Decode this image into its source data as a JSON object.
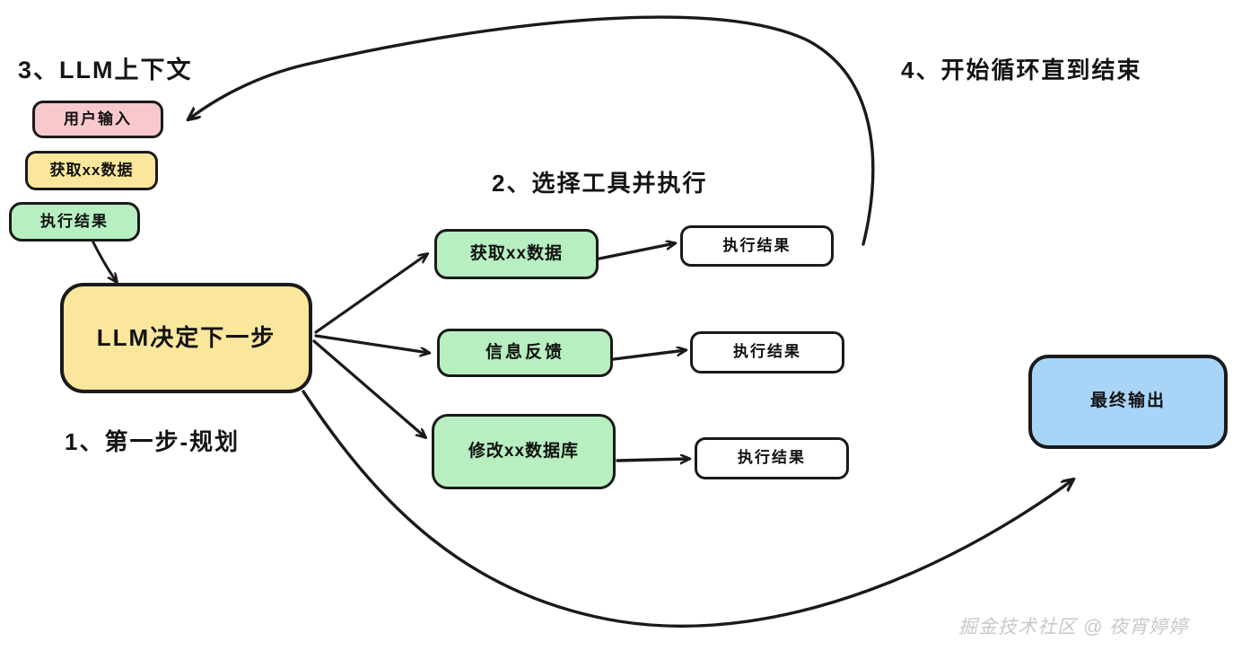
{
  "diagram": {
    "title_labels": {
      "context": "3、LLM上下文",
      "planning": "1、第一步-规划",
      "tool_select": "2、选择工具并执行",
      "loop": "4、开始循环直到结束"
    },
    "context_stack": [
      {
        "id": "user-input",
        "label": "用户输入",
        "color": "#f9c8cd"
      },
      {
        "id": "fetch-data",
        "label": "获取xx数据",
        "color": "#fbe79c"
      },
      {
        "id": "exec-result",
        "label": "执行结果",
        "color": "#b7efc0"
      }
    ],
    "llm_node": {
      "label": "LLM决定下一步",
      "color": "#fbe79c"
    },
    "tools": [
      {
        "id": "tool-fetch",
        "label": "获取xx数据",
        "color": "#b7efc0"
      },
      {
        "id": "tool-feedback",
        "label": "信息反馈",
        "color": "#b7efc0"
      },
      {
        "id": "tool-modify-db",
        "label": "修改xx数据库",
        "color": "#b7efc0"
      }
    ],
    "results": [
      {
        "id": "result-1",
        "label": "执行结果",
        "color": "#ffffff"
      },
      {
        "id": "result-2",
        "label": "执行结果",
        "color": "#ffffff"
      },
      {
        "id": "result-3",
        "label": "执行结果",
        "color": "#ffffff"
      }
    ],
    "final_output": {
      "label": "最终输出",
      "color": "#a8d5f7"
    },
    "watermark": "掘金技术社区 @ 夜宵婷婷",
    "stroke_color": "#1a1a1a",
    "background": "#ffffff"
  }
}
